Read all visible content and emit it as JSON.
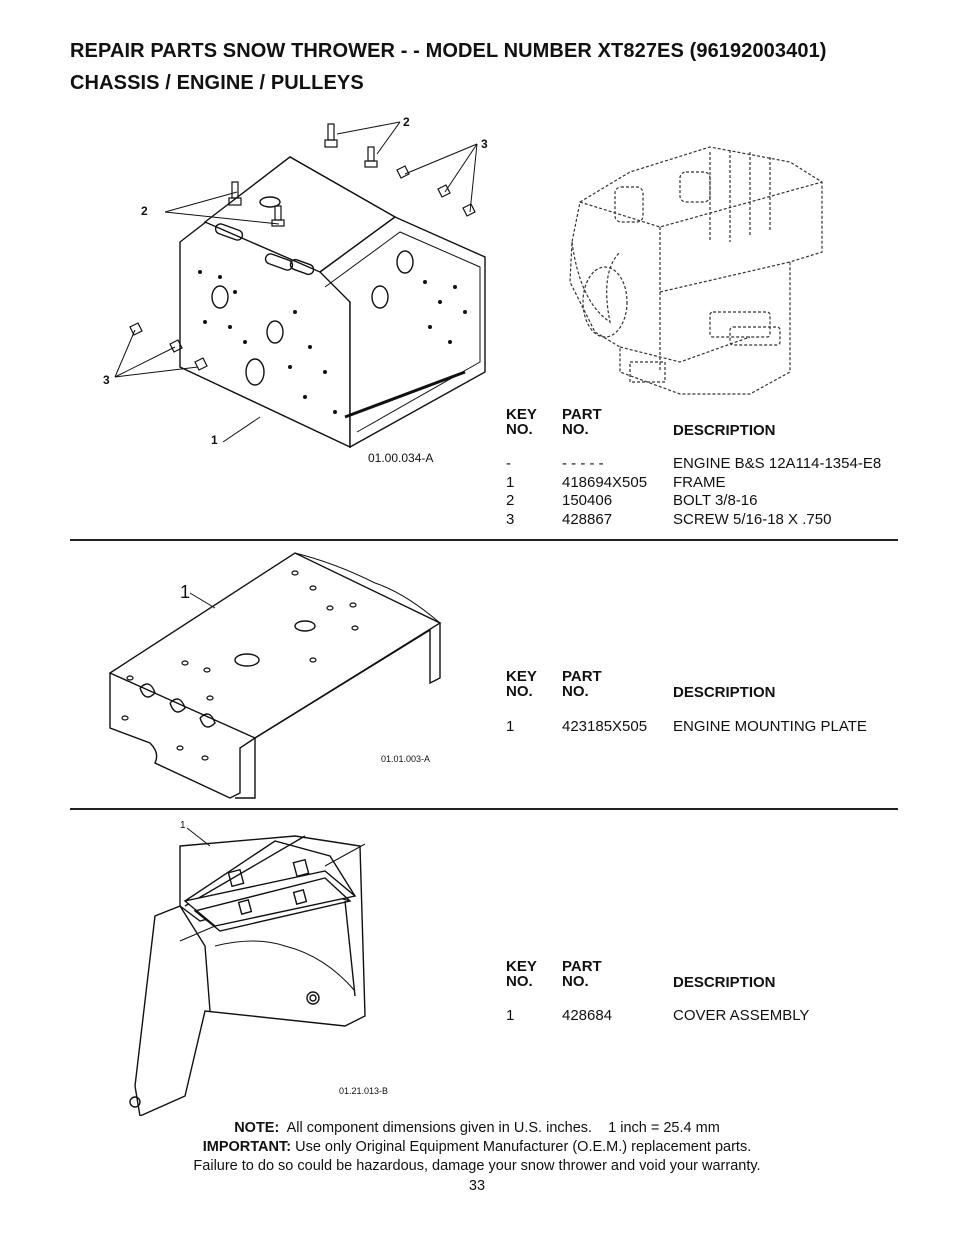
{
  "header": {
    "title_line1": "REPAIR PARTS  SNOW THROWER - - MODEL NUMBER  XT827ES (96192003401)",
    "title_line2": "CHASSIS / ENGINE / PULLEYS"
  },
  "sections": [
    {
      "figure_id": "01.00.034-A",
      "callouts": [
        "1",
        "2",
        "2",
        "3",
        "3"
      ],
      "table": {
        "headers": {
          "key": "KEY\nNO.",
          "part": "PART\nNO.",
          "desc": "DESCRIPTION"
        },
        "rows": [
          {
            "key": "-",
            "part": "- - - - -",
            "desc": "ENGINE B&S 12A114-1354-E8"
          },
          {
            "key": "1",
            "part": "418694X505",
            "desc": "FRAME"
          },
          {
            "key": "2",
            "part": "150406",
            "desc": "BOLT 3/8-16"
          },
          {
            "key": "3",
            "part": "428867",
            "desc": "SCREW 5/16-18 X .750"
          }
        ]
      }
    },
    {
      "figure_id": "01.01.003-A",
      "callouts": [
        "1"
      ],
      "table": {
        "headers": {
          "key": "KEY\nNO.",
          "part": "PART\nNO.",
          "desc": "DESCRIPTION"
        },
        "rows": [
          {
            "key": "1",
            "part": "423185X505",
            "desc": "ENGINE MOUNTING PLATE"
          }
        ]
      }
    },
    {
      "figure_id": "01.21.013-B",
      "callouts": [
        "1"
      ],
      "table": {
        "headers": {
          "key": "KEY\nNO.",
          "part": "PART\nNO.",
          "desc": "DESCRIPTION"
        },
        "rows": [
          {
            "key": "1",
            "part": "428684",
            "desc": "COVER ASSEMBLY"
          }
        ]
      }
    }
  ],
  "footer": {
    "note_label": "NOTE:",
    "note_text": "All component dimensions given in U.S. inches.    1 inch = 25.4 mm",
    "important_label": "IMPORTANT:",
    "important_text": "Use only Original Equipment Manufacturer (O.E.M.) replacement parts.",
    "warning_text": "Failure to do so could be hazardous, damage your snow thrower and void your warranty.",
    "page_number": "33"
  }
}
